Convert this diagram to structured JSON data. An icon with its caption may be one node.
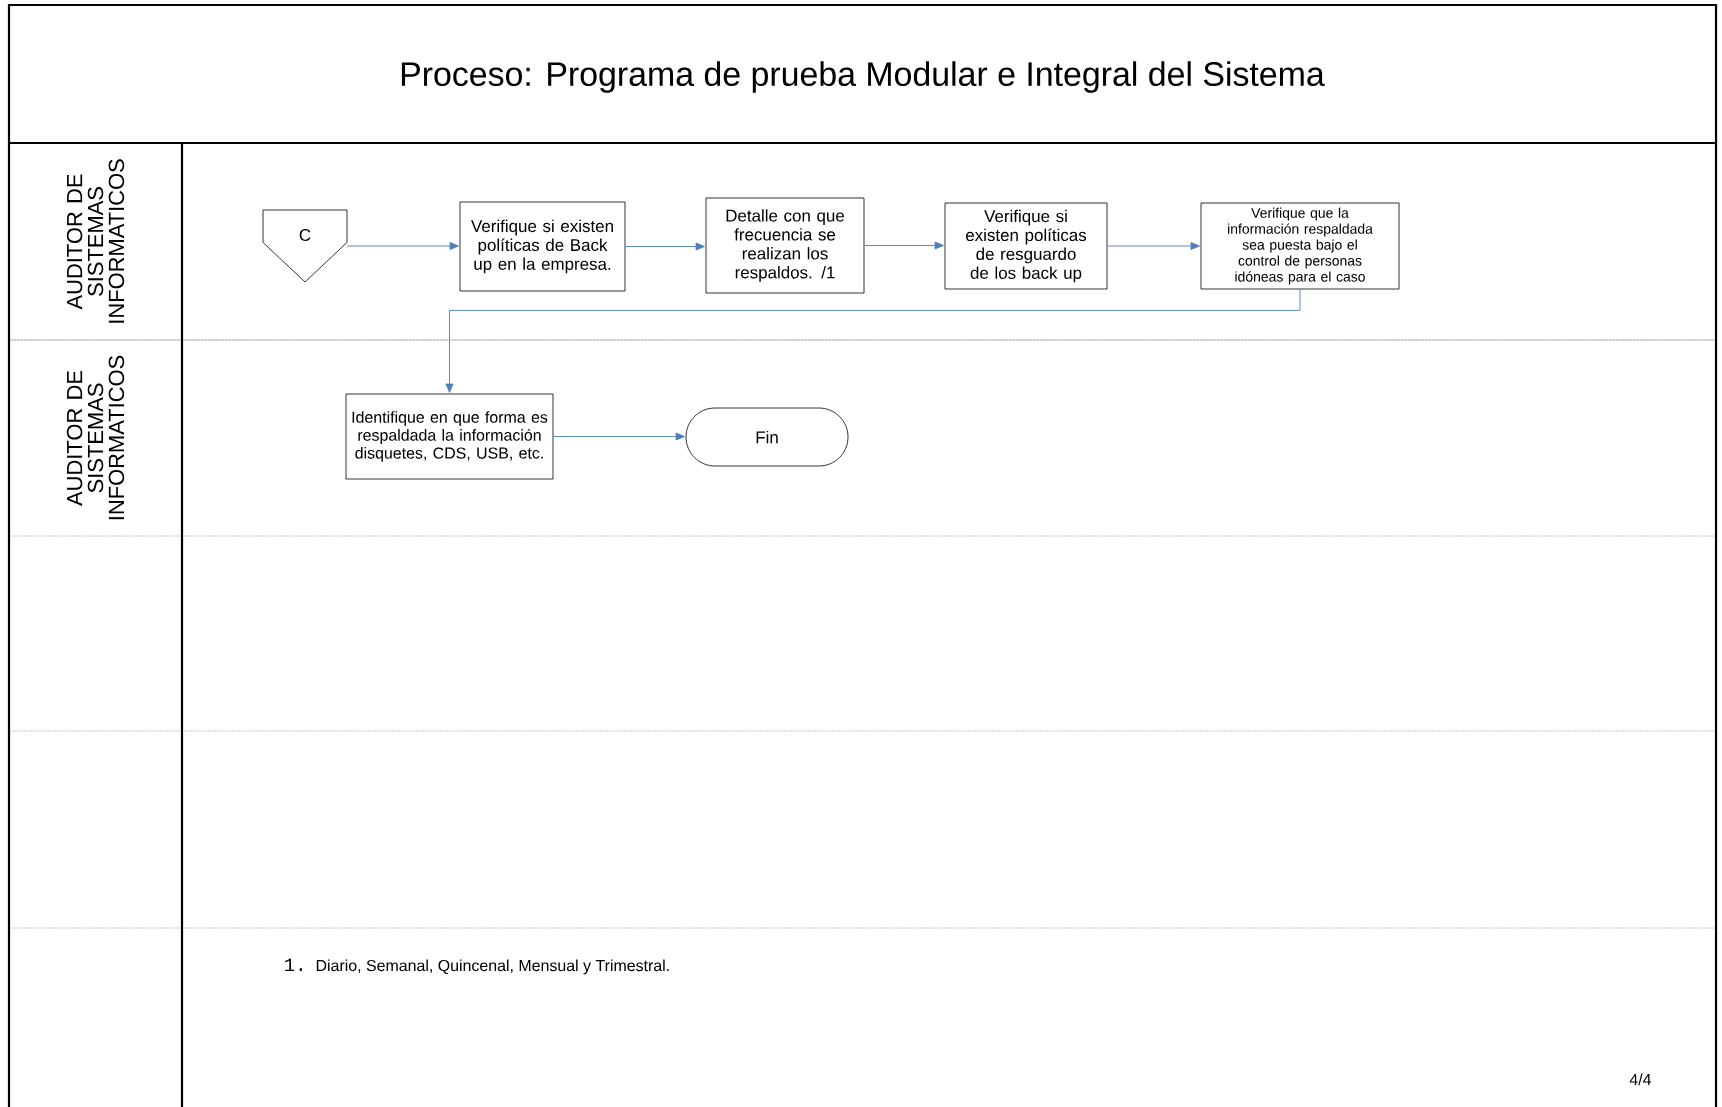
{
  "diagram": {
    "title": "Proceso: Programa de prueba Modular e Integral del Sistema",
    "nodes": [
      {
        "text": [
          "AUDITOR DE SISTEMAS INFORMATICOS"
        ]
      },
      {
        "text": [
          "AUDITOR DE SISTEMAS INFORMATICOS"
        ]
      },
      {
        "text": [
          "C"
        ],
        "in": 0
      },
      {
        "text": [
          "Verifique si existen políticas de Back up en la empresa."
        ],
        "in": 0
      },
      {
        "text": [
          "Detalle con que frecuencia se realizan los respaldos. /1"
        ],
        "in": 0
      },
      {
        "text": [
          "Verifique si existen políticas de resguardo de los back up"
        ],
        "in": 0
      },
      {
        "text": [
          "Verifique que la información respaldada sea puesta bajo el control de personas idóneas para el caso"
        ],
        "in": 0
      },
      {
        "text": [
          "Identifique en que forma es respaldada la información disquetes, CDS, USB, etc."
        ],
        "in": 1
      },
      {
        "text": [
          "Fin"
        ],
        "in": 1
      }
    ],
    "edges": [
      {
        "from": 2,
        "to": 3,
        "arrow": "to"
      },
      {
        "from": 3,
        "to": 4,
        "arrow": "to"
      },
      {
        "from": 4,
        "to": 5,
        "arrow": "to"
      },
      {
        "from": 5,
        "to": 6,
        "arrow": "to"
      },
      {
        "from": 6,
        "to": 7,
        "arrow": "to"
      },
      {
        "from": 7,
        "to": 8,
        "arrow": "to"
      }
    ],
    "labels": [
      "1.",
      "Diario, Semanal, Quincenal, Mensual y Trimestral.",
      "4/4"
    ]
  }
}
